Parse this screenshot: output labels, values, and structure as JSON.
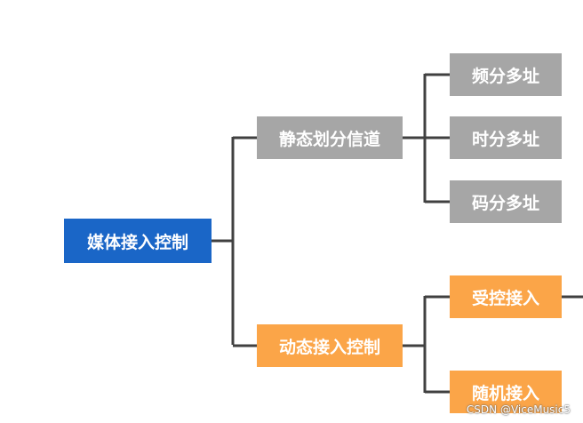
{
  "colors": {
    "root_fill": "#1a66c7",
    "static_fill": "#a6a6a6",
    "dynamic_fill": "#fba548",
    "line": "#404040",
    "text": "#ffffff"
  },
  "diagram": {
    "root": {
      "label": "媒体接入控制"
    },
    "branches": [
      {
        "label": "静态划分信道",
        "children": [
          {
            "label": "频分多址"
          },
          {
            "label": "时分多址"
          },
          {
            "label": "码分多址"
          }
        ]
      },
      {
        "label": "动态接入控制",
        "children": [
          {
            "label": "受控接入"
          },
          {
            "label": "随机接入"
          }
        ]
      }
    ]
  },
  "watermark": "CSDN @ViceMusic5"
}
